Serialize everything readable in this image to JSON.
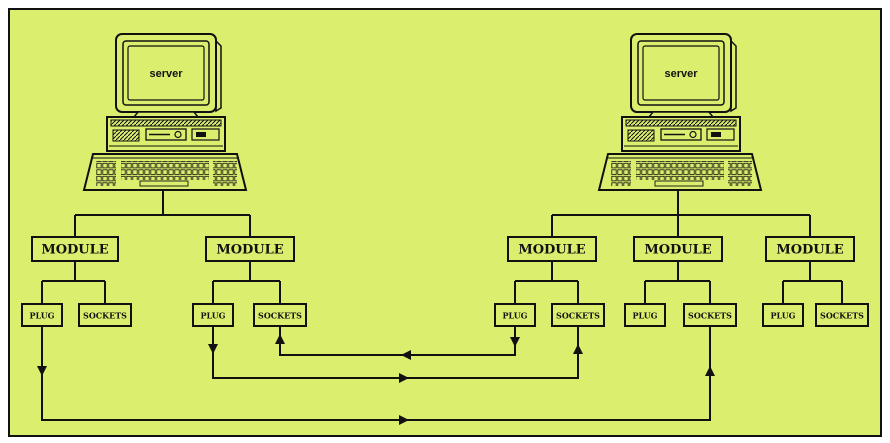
{
  "colors": {
    "background": "#dcee6e",
    "ink": "#111111",
    "page": "#ffffff"
  },
  "servers": [
    {
      "icon": "computer-icon",
      "screen_label": "server",
      "modules": [
        {
          "label": "MODULE",
          "plug": "PLUG",
          "sockets": "SOCKETS"
        },
        {
          "label": "MODULE",
          "plug": "PLUG",
          "sockets": "SOCKETS"
        }
      ]
    },
    {
      "icon": "computer-icon",
      "screen_label": "server",
      "modules": [
        {
          "label": "MODULE",
          "plug": "PLUG",
          "sockets": "SOCKETS"
        },
        {
          "label": "MODULE",
          "plug": "PLUG",
          "sockets": "SOCKETS"
        },
        {
          "label": "MODULE",
          "plug": "PLUG",
          "sockets": "SOCKETS"
        }
      ]
    }
  ]
}
